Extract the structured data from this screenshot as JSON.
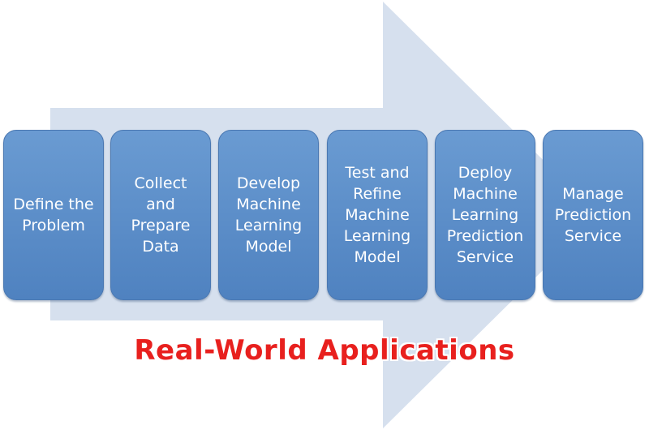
{
  "diagram": {
    "steps": [
      {
        "label": "Define the\nProblem"
      },
      {
        "label": "Collect\nand\nPrepare\nData"
      },
      {
        "label": "Develop\nMachine\nLearning\nModel"
      },
      {
        "label": "Test and\nRefine\nMachine\nLearning\nModel"
      },
      {
        "label": "Deploy\nMachine\nLearning\nPrediction\nService"
      },
      {
        "label": "Manage\nPrediction\nService"
      }
    ],
    "caption": "Real-World Applications"
  },
  "colors": {
    "arrow_fill": "#d6e0ee",
    "box_fill": "#5b8dc8",
    "box_border": "#4a78b2",
    "box_text": "#ffffff",
    "caption_text": "#e8201e"
  }
}
